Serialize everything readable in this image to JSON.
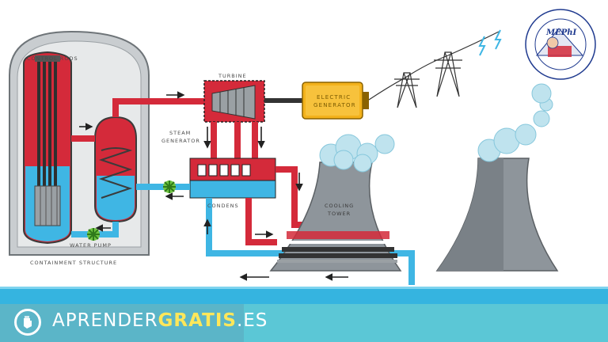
{
  "labels": {
    "control_rods": "CONTROL RODS",
    "turbine": "TURBINE",
    "electric_generator_line1": "ELECTRIC",
    "electric_generator_line2": "GENERATOR",
    "steam_generator_line1": "STEAM",
    "steam_generator_line2": "GENERATOR",
    "condenser": "CONDENS",
    "cooling_tower_line1": "COOLING",
    "cooling_tower_line2": "TOWER",
    "water_pump": "WATER PUMP",
    "containment_structure": "CONTAINMENT STRUCTURE"
  },
  "logo": {
    "short_name": "MEPhI"
  },
  "footer": {
    "brand_part1": "APRENDER",
    "brand_part2": "GRATIS",
    "brand_part3": ".ES"
  },
  "colors": {
    "hot_loop": "#d42a3a",
    "cold_loop": "#3fb6e4",
    "containment": "#cfd3d6",
    "generator": "#f3b21c",
    "tower": "#8e959b",
    "steam": "#bfe3ee",
    "ground_water": "#35b4e0",
    "footer": "#5bc7d6"
  }
}
